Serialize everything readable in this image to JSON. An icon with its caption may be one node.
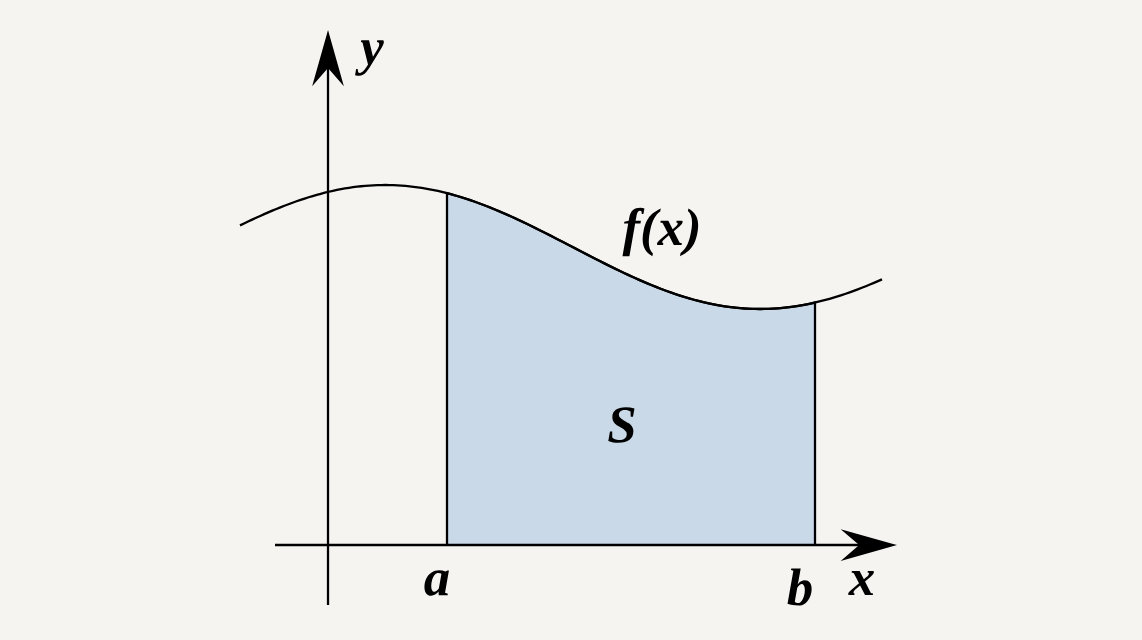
{
  "diagram": {
    "labels": [
      "y",
      "f(x)",
      "S",
      "a",
      "b",
      "x"
    ]
  }
}
